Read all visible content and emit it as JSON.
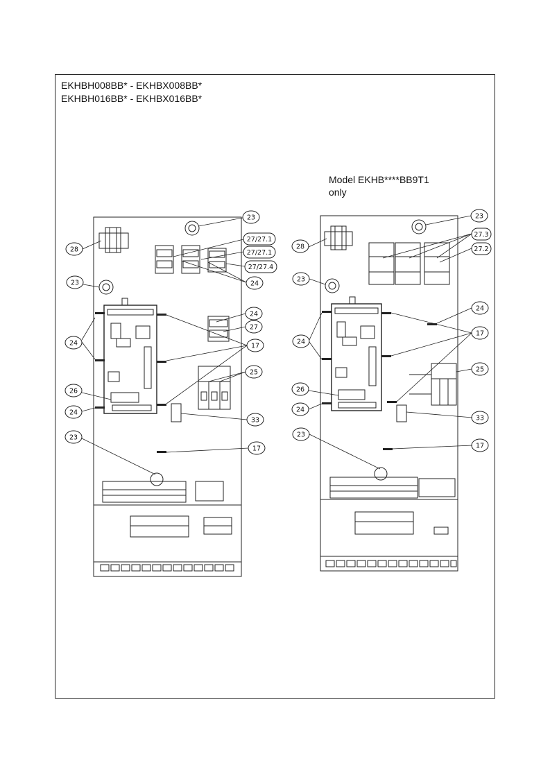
{
  "header": {
    "line1": "EKHBH008BB* - EKHBX008BB*",
    "line2": "EKHBH016BB* - EKHBX016BB*"
  },
  "note": {
    "line1": "Model EKHB****BB9T1",
    "line2": "only"
  },
  "left_panel": {
    "callouts": [
      "23",
      "28",
      "27/27.1",
      "27/27.1",
      "27/27.4",
      "23",
      "24",
      "24",
      "24",
      "27",
      "17",
      "25",
      "26",
      "24",
      "33",
      "23",
      "17"
    ]
  },
  "right_panel": {
    "callouts": [
      "23",
      "28",
      "27.3",
      "27.2",
      "23",
      "24",
      "24",
      "17",
      "25",
      "26",
      "24",
      "33",
      "23",
      "17"
    ]
  }
}
